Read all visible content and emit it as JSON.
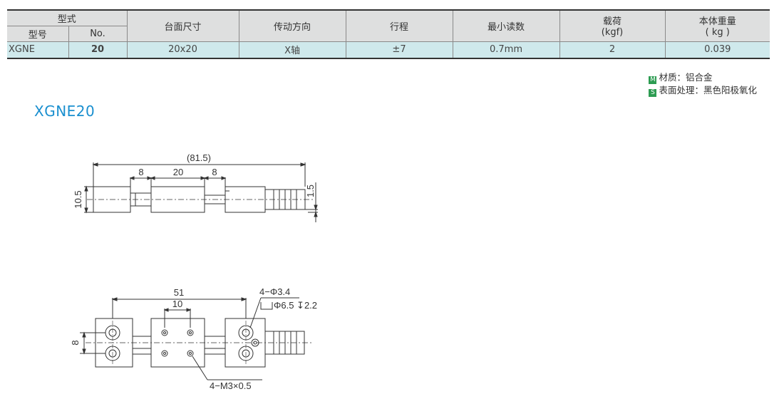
{
  "table": {
    "group_header": "型式",
    "col_model": "型号",
    "col_no": "No.",
    "columns": [
      "台面尺寸",
      "传动方向",
      "行程",
      "最小读数",
      "载荷",
      "本体重量"
    ],
    "unit_load": "(kgf)",
    "unit_weight": "( kg )",
    "row": {
      "model": "XGNE",
      "no": "20",
      "table_size": "20x20",
      "direction": "X轴",
      "stroke": "±7",
      "min_reading": "0.7mm",
      "load": "2",
      "weight": "0.039"
    }
  },
  "material": {
    "m_tag": "M",
    "m_text": "材质：铝合金",
    "s_tag": "S",
    "s_text": "表面处理：黑色阳极氧化"
  },
  "product_title": "XGNE20",
  "drawing": {
    "dim_overall": "(81.5)",
    "dim_left": "8",
    "dim_mid": "20",
    "dim_right": "8",
    "dim_height": "10.5",
    "dim_small": "1.5",
    "dim_51": "51",
    "dim_10": "10",
    "dim_8": "8",
    "hole_note_1": "4−Φ3.4",
    "hole_note_2": "Φ6.5 ↧2.2",
    "thread_note": "4−M3×0.5"
  },
  "colors": {
    "accent": "#1a8fcf",
    "row_bg": "#cfe9ec",
    "header_bg": "#dedfdf",
    "tag_green": "#2d9c52"
  }
}
